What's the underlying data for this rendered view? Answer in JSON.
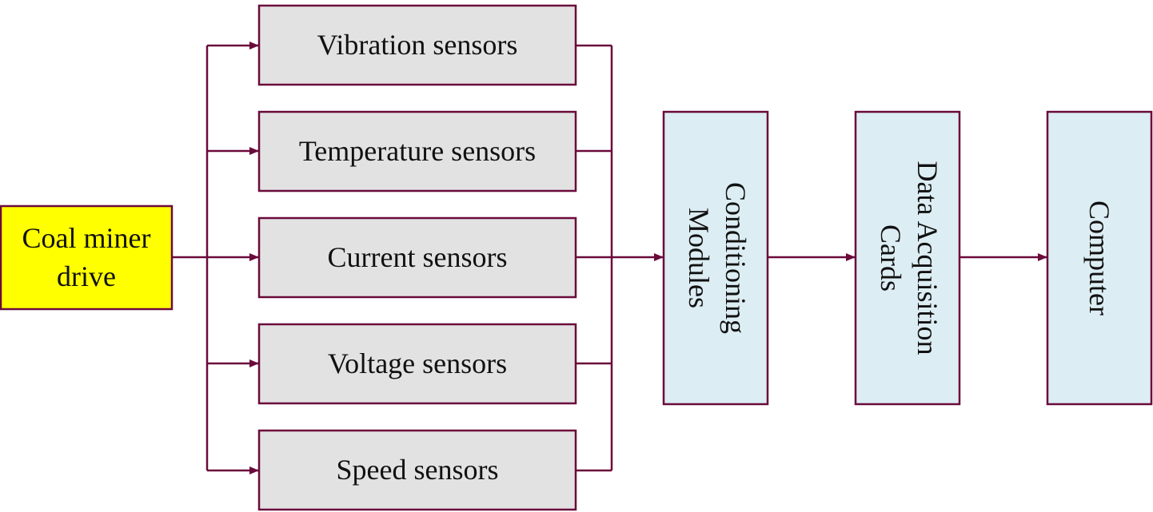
{
  "colors": {
    "line": "#6b0a3b",
    "source_fill": "#ffff00",
    "sensor_fill": "#e2e2e2",
    "stage_fill": "#dcedf3"
  },
  "source": {
    "line1": "Coal miner",
    "line2": "drive"
  },
  "sensors": [
    {
      "label": "Vibration sensors"
    },
    {
      "label": "Temperature sensors"
    },
    {
      "label": "Current sensors"
    },
    {
      "label": "Voltage sensors"
    },
    {
      "label": "Speed sensors"
    }
  ],
  "stages": [
    {
      "line1": "Conditioning",
      "line2": "Modules"
    },
    {
      "line1": "Data Acquisition",
      "line2": "Cards"
    },
    {
      "line1": "Computer"
    }
  ]
}
